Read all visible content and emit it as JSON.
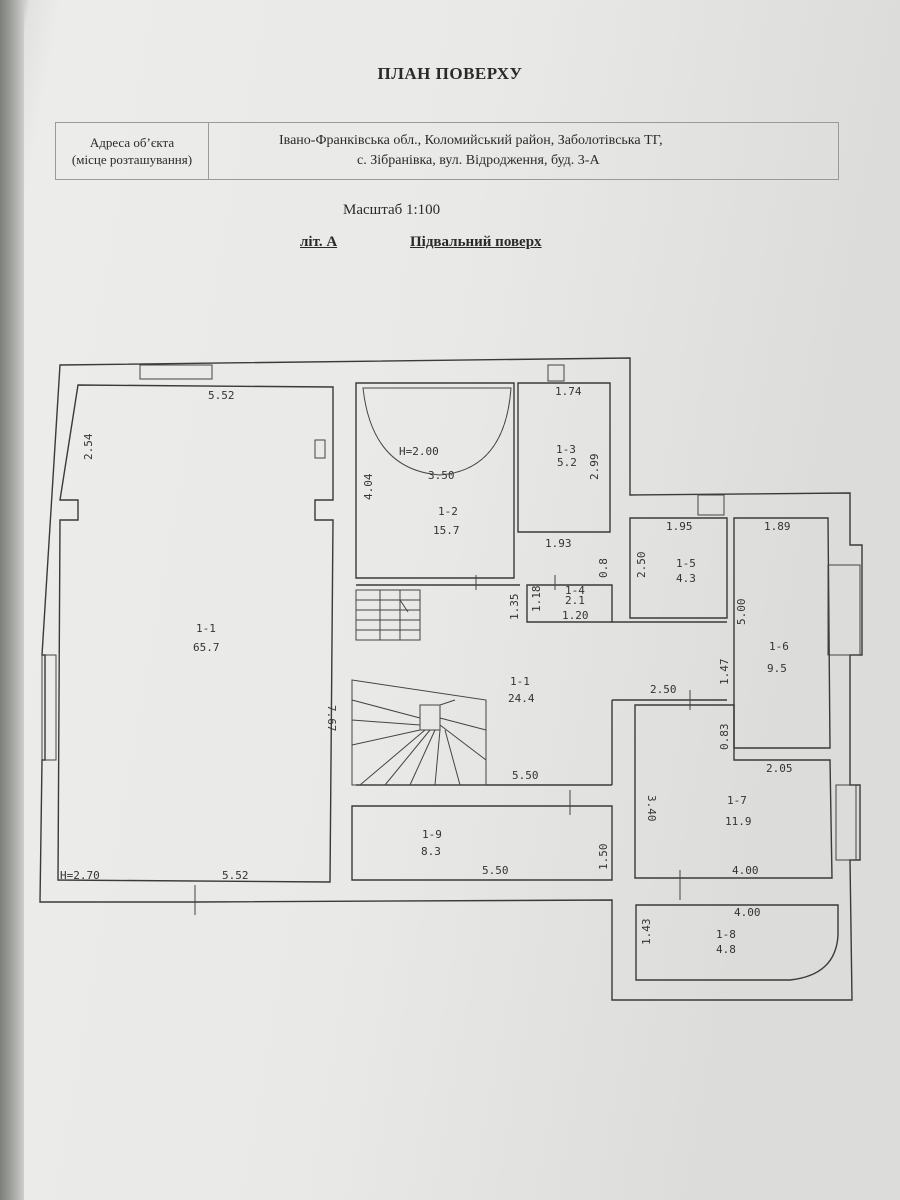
{
  "document": {
    "title": "ПЛАН ПОВЕРХУ",
    "address_label_line1": "Адреса об’єкта",
    "address_label_line2": "(місце розташування)",
    "address_line1": "Івано-Франківська обл., Коломийський район, Заболотівська ТГ,",
    "address_line2": "с. Зібранівка, вул. Відродження, буд. 3-А",
    "scale": "Масштаб 1:100",
    "liter": "літ. А",
    "floor_name": "Підвальний поверх"
  },
  "plan": {
    "rooms": [
      {
        "id": "1-1",
        "area": "65.7"
      },
      {
        "id": "1-2",
        "area": "15.7"
      },
      {
        "id": "1-3",
        "area": "5.2"
      },
      {
        "id": "1-4",
        "area": "2.1"
      },
      {
        "id": "1-5",
        "area": "4.3"
      },
      {
        "id": "1-6",
        "area": "9.5"
      },
      {
        "id": "1-1",
        "area": "24.4"
      },
      {
        "id": "1-7",
        "area": "11.9"
      },
      {
        "id": "1-8",
        "area": "4.8"
      },
      {
        "id": "1-9",
        "area": "8.3"
      }
    ],
    "height_large_room": "H=2.70",
    "height_pool": "H=2.00",
    "dimensions": [
      "5.52",
      "2.54",
      "7.67",
      "5.52",
      "4.04",
      "3.50",
      "1.74",
      "2.99",
      "1.93",
      "0.8",
      "1.35",
      "1.18",
      "1.20",
      "1.95",
      "2.50",
      "1.89",
      "5.00",
      "1.47",
      "2.50",
      "0.83",
      "3.40",
      "2.05",
      "5.50",
      "1.50",
      "5.50",
      "4.00",
      "4.00",
      "1.43"
    ]
  }
}
